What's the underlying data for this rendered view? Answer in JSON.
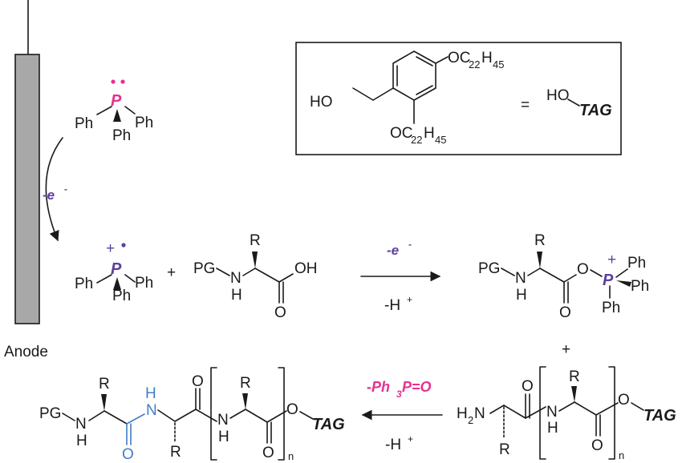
{
  "colors": {
    "pink": "#e6318f",
    "purple": "#5b3fa0",
    "blue": "#3f7fc6",
    "electrode": "#a8a8a8",
    "ink": "#1a1a1a"
  },
  "electrode": {
    "label": "Anode"
  },
  "ph": "Ph",
  "p": "P",
  "pg": "PG",
  "nh": "NH",
  "n": "N",
  "h": "H",
  "o": "O",
  "r": "R",
  "oh": "OH",
  "tag": "TAG",
  "plus": "+",
  "n_sub": "n",
  "oxidation": "-e",
  "superminus": "-",
  "deprot": "-H",
  "superplus": "+",
  "byproduct": "-Ph",
  "sub3": "3",
  "byproduct_tail": "P=O",
  "tag_box": {
    "ho": "HO",
    "oc": "OC",
    "c_sub": "22",
    "h": "H",
    "h_sub": "45",
    "equals": "=",
    "ho_tag": "HO"
  },
  "h2n": "H",
  "h2n_sub": "2",
  "h2n_n": "N"
}
